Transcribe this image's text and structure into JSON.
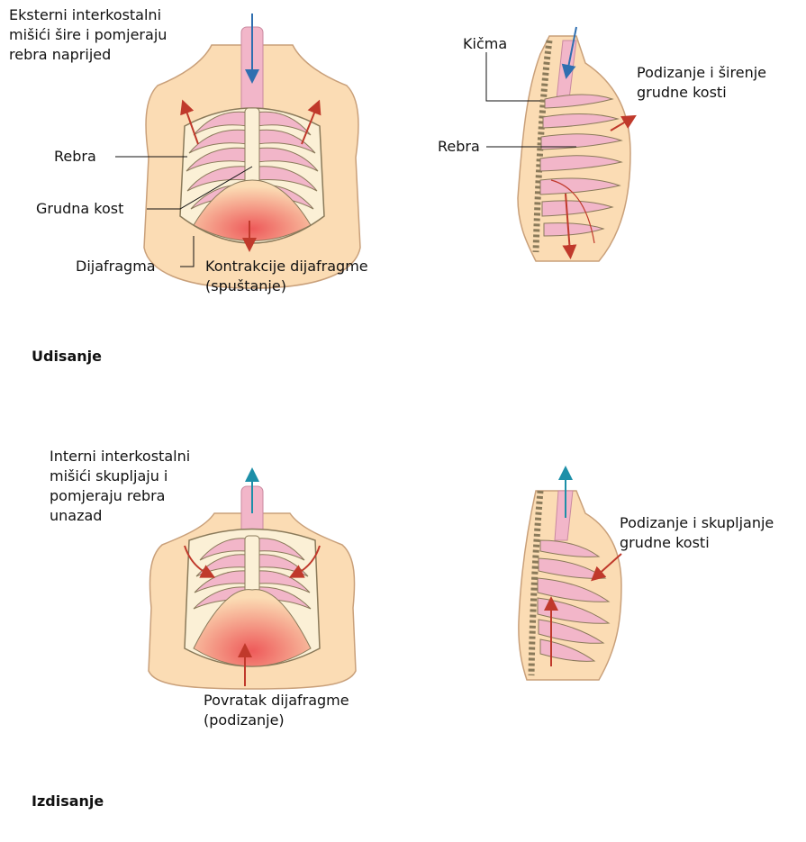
{
  "inhalation": {
    "caption": "Udisanje",
    "labels": {
      "external_intercostal": "Eksterni interkostalni\nmišići šire i pomjeraju\nrebra naprijed",
      "ribs_front": "Rebra",
      "sternum": "Grudna kost",
      "diaphragm": "Dijafragma",
      "diaphragm_action": "Kontrakcije dijafragme\n(spuštanje)",
      "spine": "Kičma",
      "sternum_action": "Podizanje i širenje\ngrudne kosti",
      "ribs_side": "Rebra"
    }
  },
  "exhalation": {
    "caption": "Izdisanje",
    "labels": {
      "internal_intercostal": "Interni interkostalni\nmišići skupljaju i\npomjeraju rebra\nunazad",
      "diaphragm_action": "Povratak dijafragme\n(podizanje)",
      "sternum_action": "Podizanje i skupljanje\ngrudne kosti"
    }
  },
  "colors": {
    "skin": "#fbdcb4",
    "skin_outline": "#c9a07a",
    "rib_pink": "#f2b6c9",
    "bone": "#fbf0d6",
    "bone_outline": "#8a7a5a",
    "diaphragm_red": "#f07c7c",
    "air_in": "#2f6fb0",
    "air_out": "#1d8fa8",
    "muscle_arrow": "#c0392b"
  }
}
